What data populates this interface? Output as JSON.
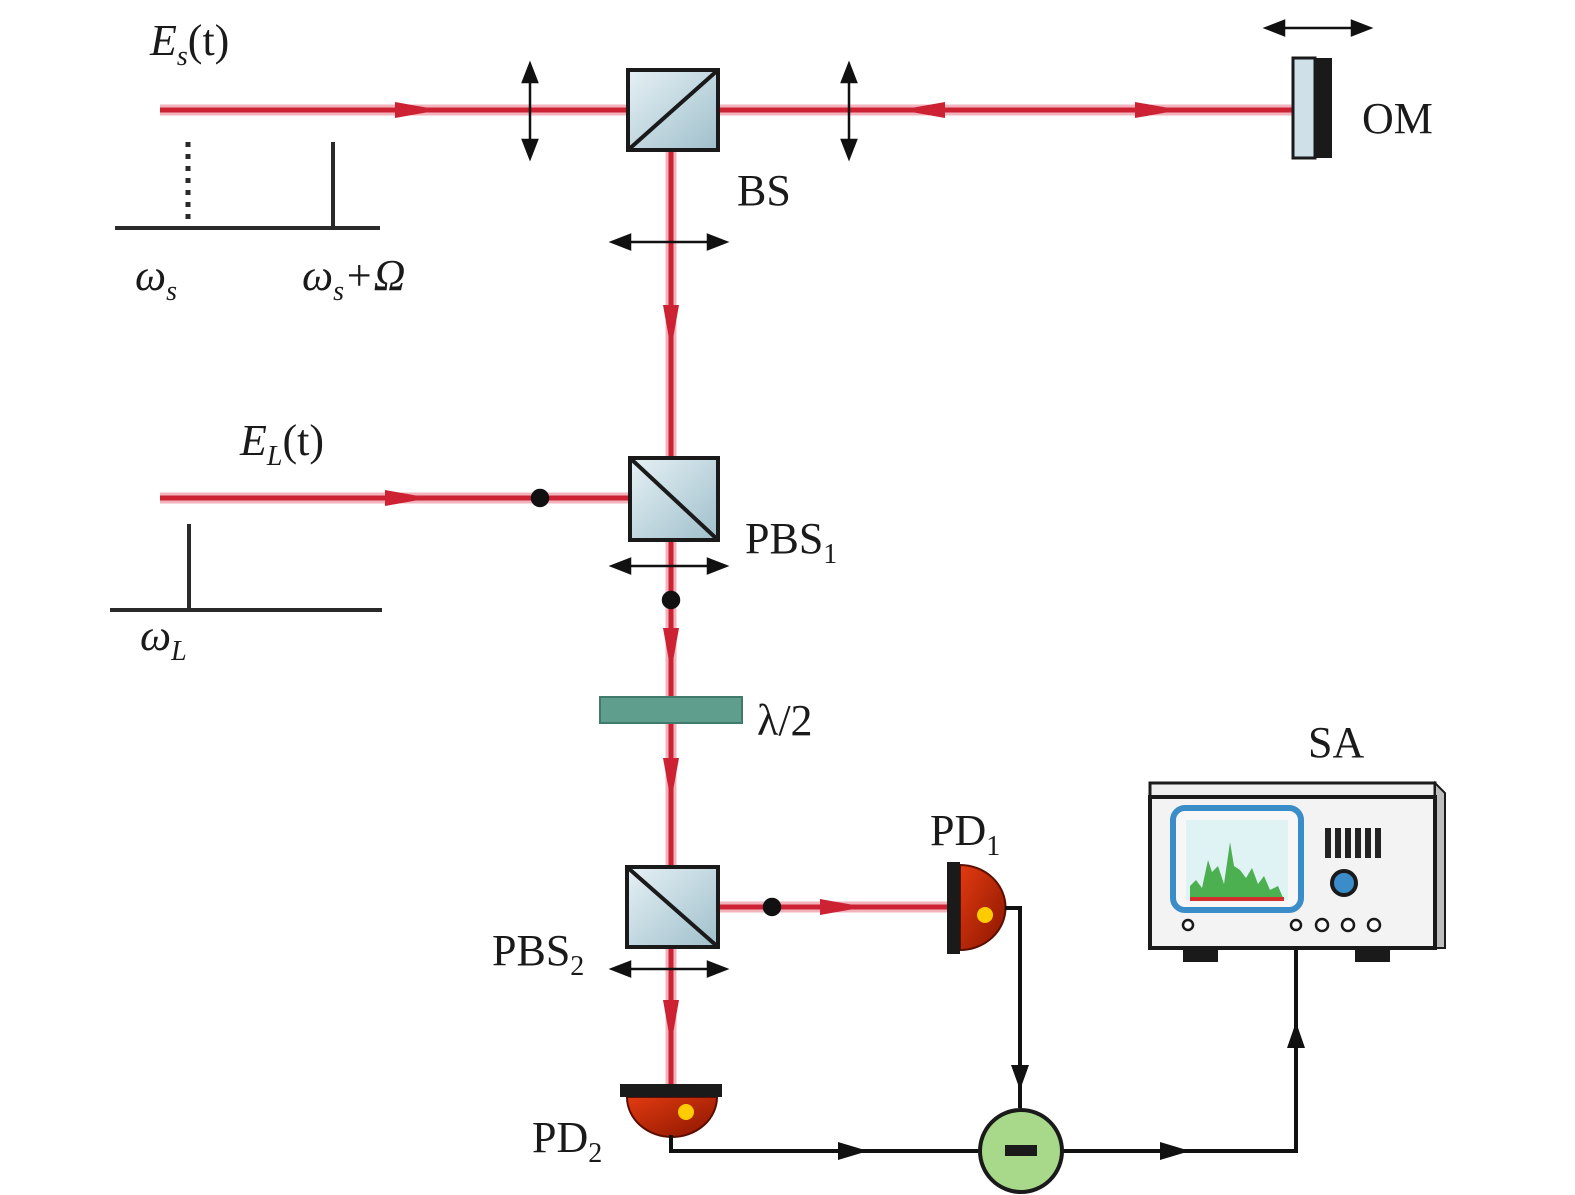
{
  "labels": {
    "signal_field": {
      "main": "E",
      "sub": "s",
      "arg": "(t)"
    },
    "local_field": {
      "main": "E",
      "sub": "L",
      "arg": "(t)"
    },
    "omega_s": {
      "main": "ω",
      "sub": "s"
    },
    "omega_s_plus": {
      "main": "ω",
      "sub": "s",
      "suffix": "+Ω"
    },
    "omega_L": {
      "main": "ω",
      "sub": "L"
    },
    "bs": "BS",
    "om": "OM",
    "pbs1": {
      "main": "PBS",
      "sub": "1"
    },
    "pbs2": {
      "main": "PBS",
      "sub": "2"
    },
    "half_wave": "λ/2",
    "pd1": {
      "main": "PD",
      "sub": "1"
    },
    "pd2": {
      "main": "PD",
      "sub": "2"
    },
    "sa": "SA"
  },
  "colors": {
    "beam": "#cc2233",
    "beam_glow": "#f2b3bc",
    "cube_fill": "#c5dbe3",
    "waveplate": "#5f9e8c",
    "detector": "#cc2200",
    "detector_spot": "#ffcc00",
    "subtractor": "#a8d88a",
    "wire": "#111111",
    "analyzer_screen_border": "#3a8dc8",
    "analyzer_trace": "#4caf50"
  }
}
